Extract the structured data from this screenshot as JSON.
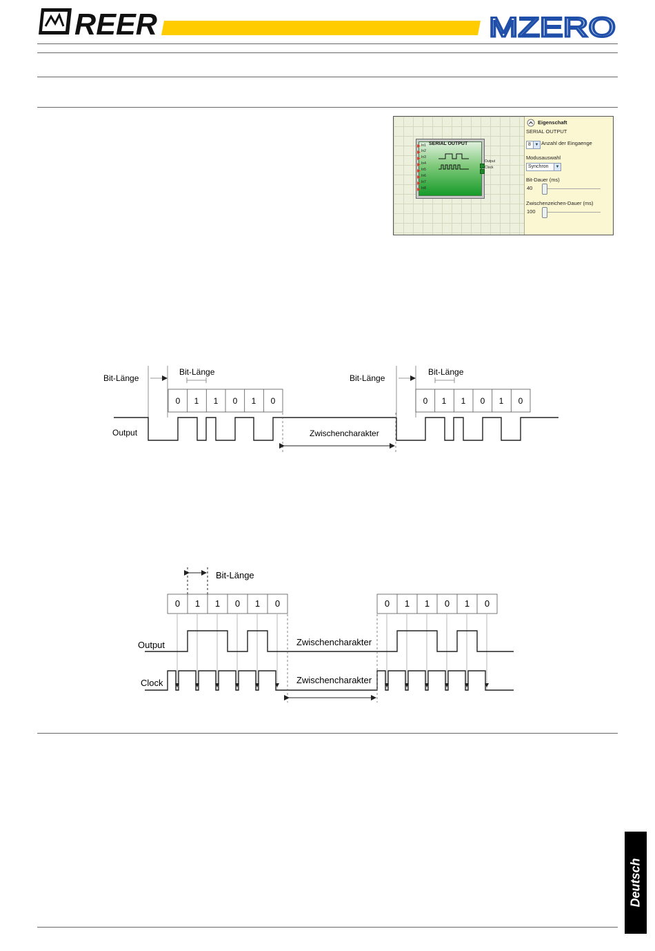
{
  "header": {
    "logo_left": "REER",
    "logo_right": "MZERO",
    "accent_color": "#ffcc00",
    "brand_blue": "#1f4fa8"
  },
  "screenshot": {
    "block_title": "SERIAL OUTPUT",
    "inputs": [
      "In1",
      "In2",
      "In3",
      "In4",
      "In5",
      "In6",
      "In7",
      "In8"
    ],
    "outputs": [
      "Output",
      "Clock"
    ],
    "panel_header": "Eigenschaft",
    "panel_title": "SERIAL OUTPUT",
    "inputs_count": "8",
    "inputs_count_label": "Anzahl der Eingaenge",
    "mode_label": "Modusauswahl",
    "mode_value": "Synchron",
    "bit_duration_label": "Bit-Dauer (ms)",
    "bit_duration_value": "40",
    "inter_char_label": "Zwischenzeichen-Dauer (ms)",
    "inter_char_value": "100"
  },
  "diagram1": {
    "bit_length_label": "Bit-Länge",
    "bits": [
      "0",
      "1",
      "1",
      "0",
      "1",
      "0"
    ],
    "output_label": "Output",
    "gap_label": "Zwischencharakter"
  },
  "diagram2": {
    "bit_length_label": "Bit-Länge",
    "bits": [
      "0",
      "1",
      "1",
      "0",
      "1",
      "0"
    ],
    "output_label": "Output",
    "clock_label": "Clock",
    "gap_label": "Zwischencharakter"
  },
  "side_tab": {
    "label": "Deutsch"
  }
}
